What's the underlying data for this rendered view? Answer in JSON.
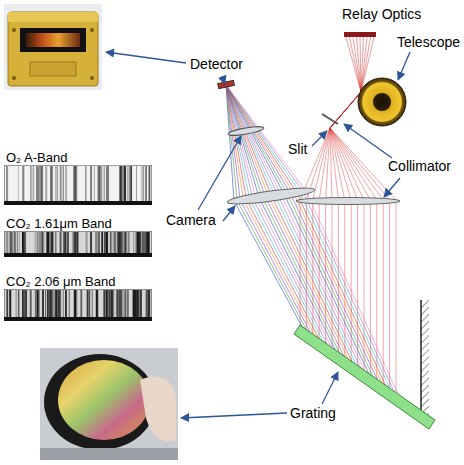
{
  "diagram": {
    "nodes": [
      {
        "text": [
          "O₂ A-Band"
        ]
      },
      {
        "text": [
          "CO₂ 1.61μm Band"
        ]
      },
      {
        "text": [
          "CO₂ 2.06 μm Band"
        ]
      }
    ],
    "labels": [
      "Relay Optics",
      "Telescope",
      "Detector",
      "Slit",
      "Collimator",
      "Camera",
      "Grating"
    ]
  }
}
